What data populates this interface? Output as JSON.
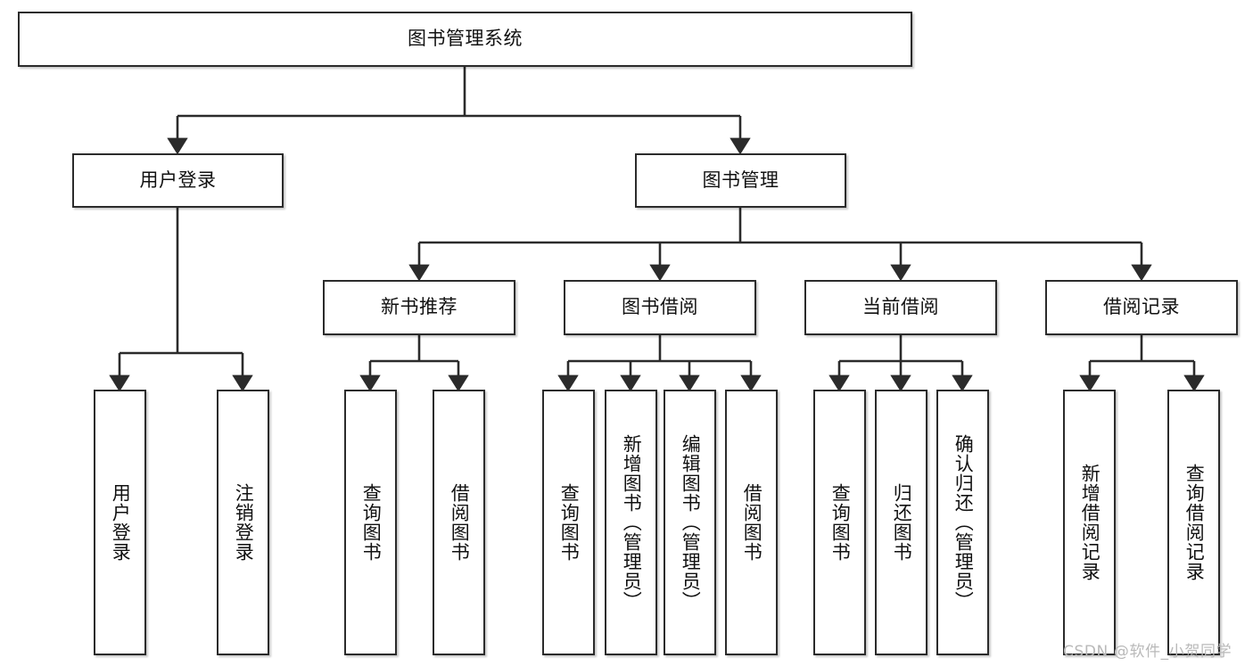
{
  "diagram": {
    "type": "tree-hierarchy",
    "title": "图书管理系统",
    "orientation": "top-down",
    "watermark": "CSDN @软件_小贺同学",
    "colors": {
      "box_border": "#2b2b2b",
      "box_fill": "#ffffff",
      "connector": "#2b2b2b",
      "text": "#111111",
      "watermark": "#b9b9b9",
      "background": "#ffffff"
    },
    "nodes": {
      "root": {
        "label": "图书管理系统",
        "level": 0,
        "orientation": "horizontal"
      },
      "user_login": {
        "label": "用户登录",
        "level": 1,
        "orientation": "horizontal"
      },
      "book_manage": {
        "label": "图书管理",
        "level": 1,
        "orientation": "horizontal"
      },
      "new_book_rec": {
        "label": "新书推荐",
        "level": 2,
        "orientation": "horizontal"
      },
      "book_borrow": {
        "label": "图书借阅",
        "level": 2,
        "orientation": "horizontal"
      },
      "current_borrow": {
        "label": "当前借阅",
        "level": 2,
        "orientation": "horizontal"
      },
      "borrow_record": {
        "label": "借阅记录",
        "level": 2,
        "orientation": "horizontal"
      },
      "leaf_user_login": {
        "label": "用户登录",
        "level": 3,
        "orientation": "vertical"
      },
      "leaf_logout": {
        "label": "注销登录",
        "level": 3,
        "orientation": "vertical"
      },
      "leaf_query_book_1": {
        "label": "查询图书",
        "level": 3,
        "orientation": "vertical"
      },
      "leaf_borrow_book_1": {
        "label": "借阅图书",
        "level": 3,
        "orientation": "vertical"
      },
      "leaf_query_book_2": {
        "label": "查询图书",
        "level": 3,
        "orientation": "vertical"
      },
      "leaf_add_book": {
        "label": "新增图书（管理员）",
        "level": 3,
        "orientation": "vertical"
      },
      "leaf_edit_book": {
        "label": "编辑图书（管理员）",
        "level": 3,
        "orientation": "vertical"
      },
      "leaf_borrow_book_2": {
        "label": "借阅图书",
        "level": 3,
        "orientation": "vertical"
      },
      "leaf_query_book_3": {
        "label": "查询图书",
        "level": 3,
        "orientation": "vertical"
      },
      "leaf_return_book": {
        "label": "归还图书",
        "level": 3,
        "orientation": "vertical"
      },
      "leaf_confirm_return": {
        "label": "确认归还（管理员）",
        "level": 3,
        "orientation": "vertical"
      },
      "leaf_add_record": {
        "label": "新增借阅记录",
        "level": 3,
        "orientation": "vertical"
      },
      "leaf_query_record": {
        "label": "查询借阅记录",
        "level": 3,
        "orientation": "vertical"
      }
    },
    "edges": [
      {
        "from": "root",
        "to": "user_login"
      },
      {
        "from": "root",
        "to": "book_manage"
      },
      {
        "from": "user_login",
        "to": "leaf_user_login"
      },
      {
        "from": "user_login",
        "to": "leaf_logout"
      },
      {
        "from": "book_manage",
        "to": "new_book_rec"
      },
      {
        "from": "book_manage",
        "to": "book_borrow"
      },
      {
        "from": "book_manage",
        "to": "current_borrow"
      },
      {
        "from": "book_manage",
        "to": "borrow_record"
      },
      {
        "from": "new_book_rec",
        "to": "leaf_query_book_1"
      },
      {
        "from": "new_book_rec",
        "to": "leaf_borrow_book_1"
      },
      {
        "from": "book_borrow",
        "to": "leaf_query_book_2"
      },
      {
        "from": "book_borrow",
        "to": "leaf_add_book"
      },
      {
        "from": "book_borrow",
        "to": "leaf_edit_book"
      },
      {
        "from": "book_borrow",
        "to": "leaf_borrow_book_2"
      },
      {
        "from": "current_borrow",
        "to": "leaf_query_book_3"
      },
      {
        "from": "current_borrow",
        "to": "leaf_return_book"
      },
      {
        "from": "current_borrow",
        "to": "leaf_confirm_return"
      },
      {
        "from": "borrow_record",
        "to": "leaf_add_record"
      },
      {
        "from": "borrow_record",
        "to": "leaf_query_record"
      }
    ]
  }
}
